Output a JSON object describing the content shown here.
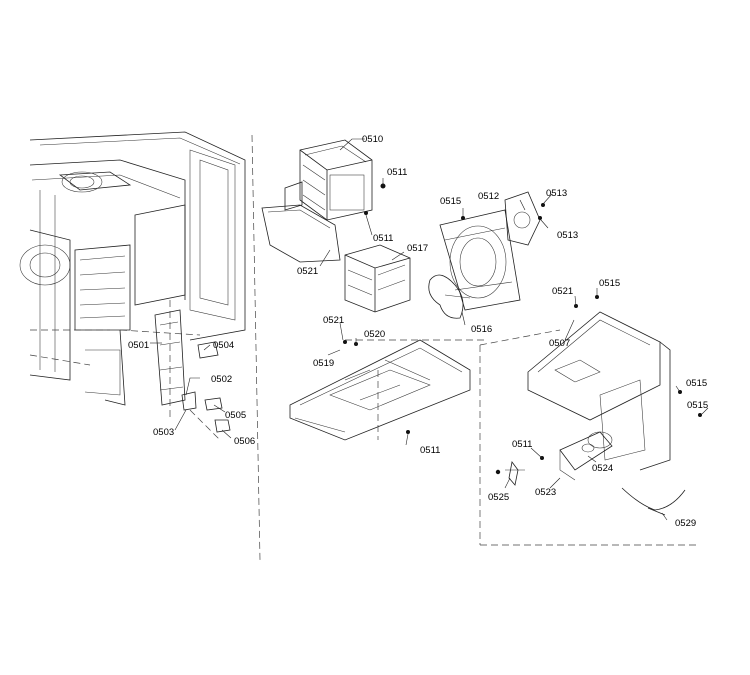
{
  "diagram": {
    "labels": {
      "p0501": "0501",
      "p0502": "0502",
      "p0503": "0503",
      "p0504": "0504",
      "p0505": "0505",
      "p0506": "0506",
      "p0507": "0507",
      "p0510": "0510",
      "p0511a": "0511",
      "p0511b": "0511",
      "p0511c": "0511",
      "p0511d": "0511",
      "p0512": "0512",
      "p0513a": "0513",
      "p0513b": "0513",
      "p0515a": "0515",
      "p0515b": "0515",
      "p0515c": "0515",
      "p0515d": "0515",
      "p0516": "0516",
      "p0517": "0517",
      "p0519": "0519",
      "p0520": "0520",
      "p0521a": "0521",
      "p0521b": "0521",
      "p0521c": "0521",
      "p0523": "0523",
      "p0524": "0524",
      "p0525": "0525",
      "p0529": "0529"
    }
  }
}
